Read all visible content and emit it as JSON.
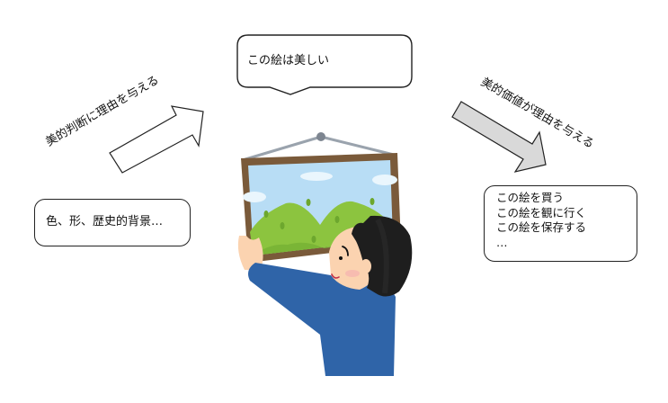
{
  "speech_bubble": {
    "text": "この絵は美しい"
  },
  "left_arrow": {
    "label": "美的判断に理由を与える",
    "fill": "#ffffff"
  },
  "right_arrow": {
    "label": "美的価値が理由を与える",
    "fill": "#d9d9d9"
  },
  "left_box": {
    "text": "色、形、歴史的背景…"
  },
  "right_box": {
    "lines": [
      "この絵を買う",
      "この絵を観に行く",
      "この絵を保存する",
      "…"
    ]
  },
  "illustration": {
    "description": "person hanging a landscape painting",
    "colors": {
      "frame": "#7a5a3a",
      "sky": "#b8ddf5",
      "mountain": "#8cc43f",
      "shirt": "#2f64a8",
      "hair": "#1e1e1e",
      "skin": "#fbd3b0",
      "wire": "#9aa3ad"
    }
  }
}
